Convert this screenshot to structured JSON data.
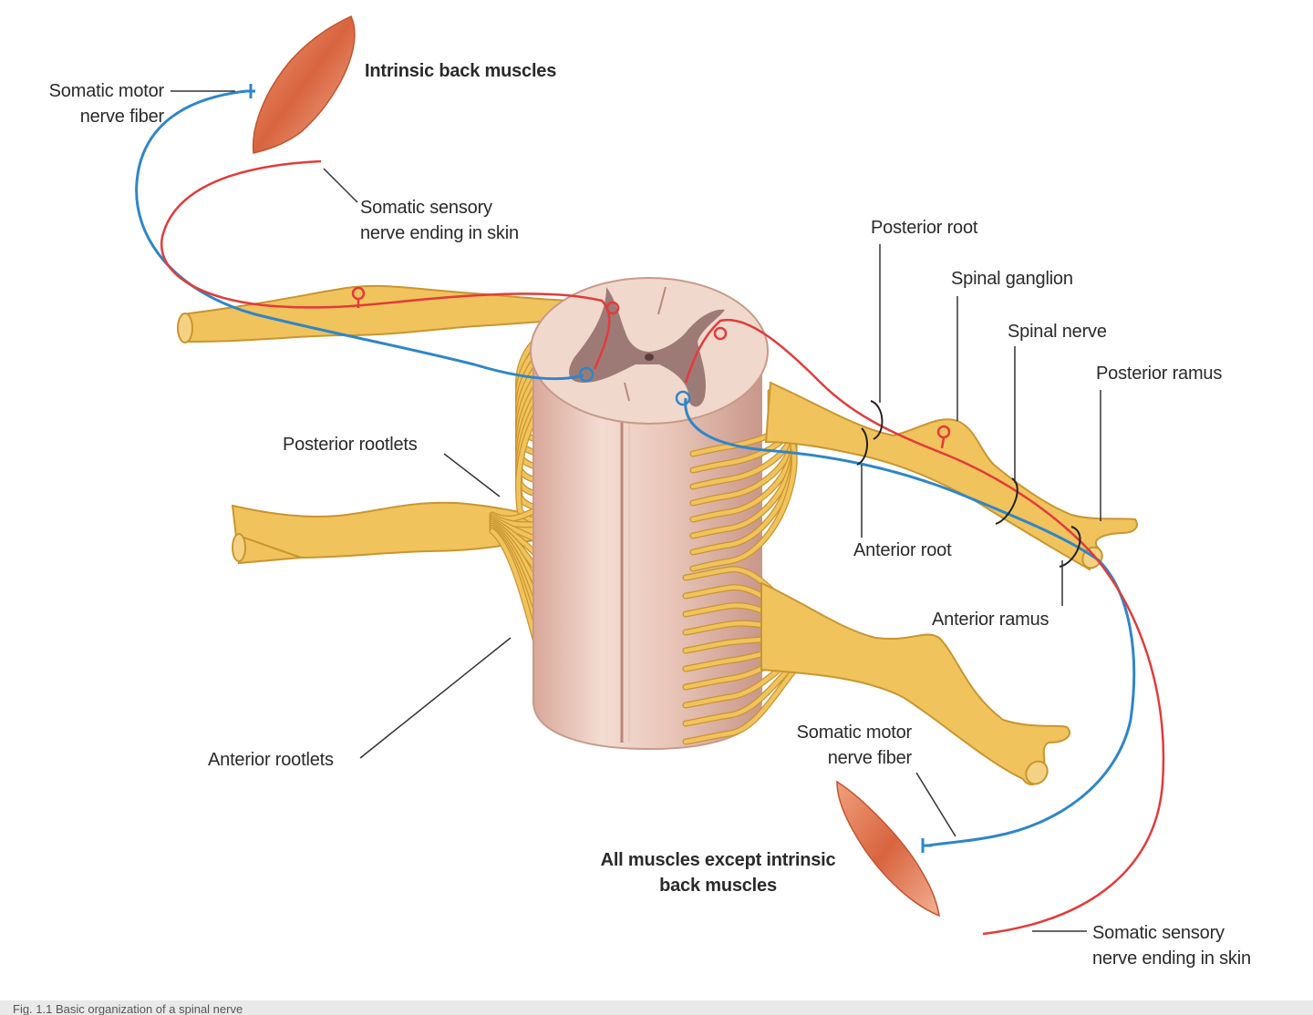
{
  "labels": {
    "somatic_motor_top": "Somatic motor\nnerve fiber",
    "intrinsic_back_muscles": "Intrinsic back muscles",
    "somatic_sensory_top": "Somatic sensory\nnerve ending in skin",
    "posterior_root": "Posterior root",
    "spinal_ganglion": "Spinal ganglion",
    "spinal_nerve": "Spinal nerve",
    "posterior_ramus": "Posterior ramus",
    "posterior_rootlets": "Posterior rootlets",
    "anterior_root": "Anterior root",
    "anterior_ramus": "Anterior ramus",
    "anterior_rootlets": "Anterior rootlets",
    "somatic_motor_bottom": "Somatic motor\nnerve fiber",
    "all_muscles": "All muscles except intrinsic\nback muscles",
    "somatic_sensory_bottom": "Somatic sensory\nnerve ending in skin"
  },
  "caption": "Fig. 1.1 Basic organization of a spinal nerve",
  "colors": {
    "nerve": "#f1c35c",
    "nerve_edge": "#c99530",
    "cord": "#efd2c6",
    "cord_edge": "#c79a8a",
    "grey_matter": "#8f6a66",
    "motor_fiber": "#2f86c8",
    "sensory_fiber": "#e23b3b",
    "muscle": "#e07a55"
  }
}
